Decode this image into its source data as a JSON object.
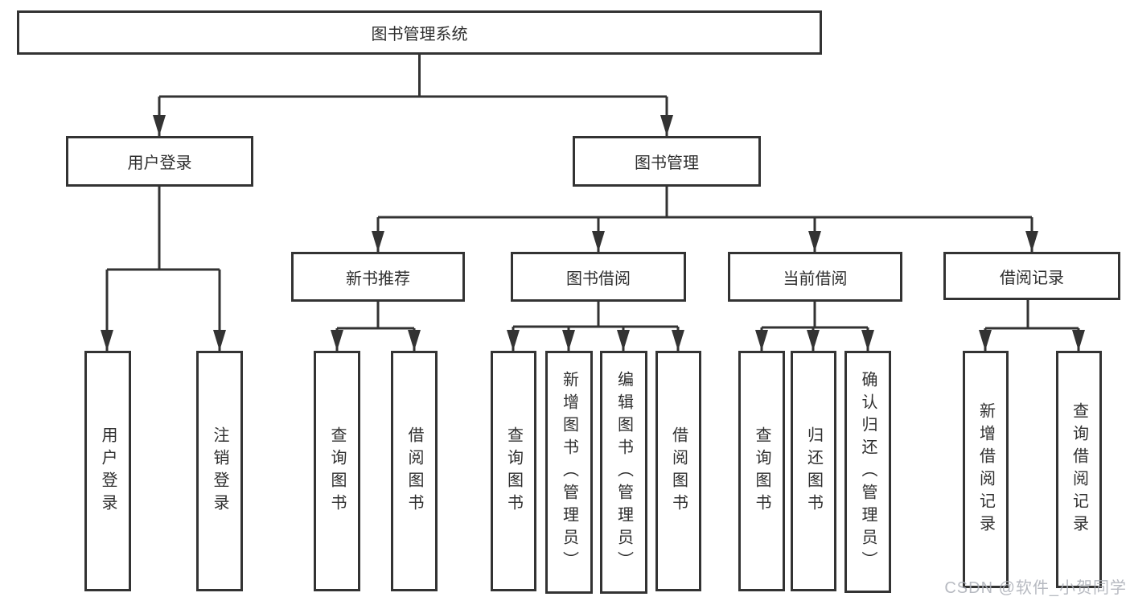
{
  "watermark": "CSDN @软件_小贺同学",
  "colors": {
    "line": "#333333",
    "box_border": "#333333",
    "box_fill": "#ffffff",
    "text": "#2f2f2f",
    "watermark": "#aaaeb6"
  },
  "tree": {
    "label": "图书管理系统",
    "children": [
      {
        "label": "用户登录",
        "children": [
          {
            "label": "用户登录"
          },
          {
            "label": "注销登录"
          }
        ]
      },
      {
        "label": "图书管理",
        "children": [
          {
            "label": "新书推荐",
            "children": [
              {
                "label": "查询图书"
              },
              {
                "label": "借阅图书"
              }
            ]
          },
          {
            "label": "图书借阅",
            "children": [
              {
                "label": "查询图书"
              },
              {
                "label": "新增图书（管理员）"
              },
              {
                "label": "编辑图书（管理员）"
              },
              {
                "label": "借阅图书"
              }
            ]
          },
          {
            "label": "当前借阅",
            "children": [
              {
                "label": "查询图书"
              },
              {
                "label": "归还图书"
              },
              {
                "label": "确认归还（管理员）"
              }
            ]
          },
          {
            "label": "借阅记录",
            "children": [
              {
                "label": "新增借阅记录"
              },
              {
                "label": "查询借阅记录"
              }
            ]
          }
        ]
      }
    ]
  }
}
